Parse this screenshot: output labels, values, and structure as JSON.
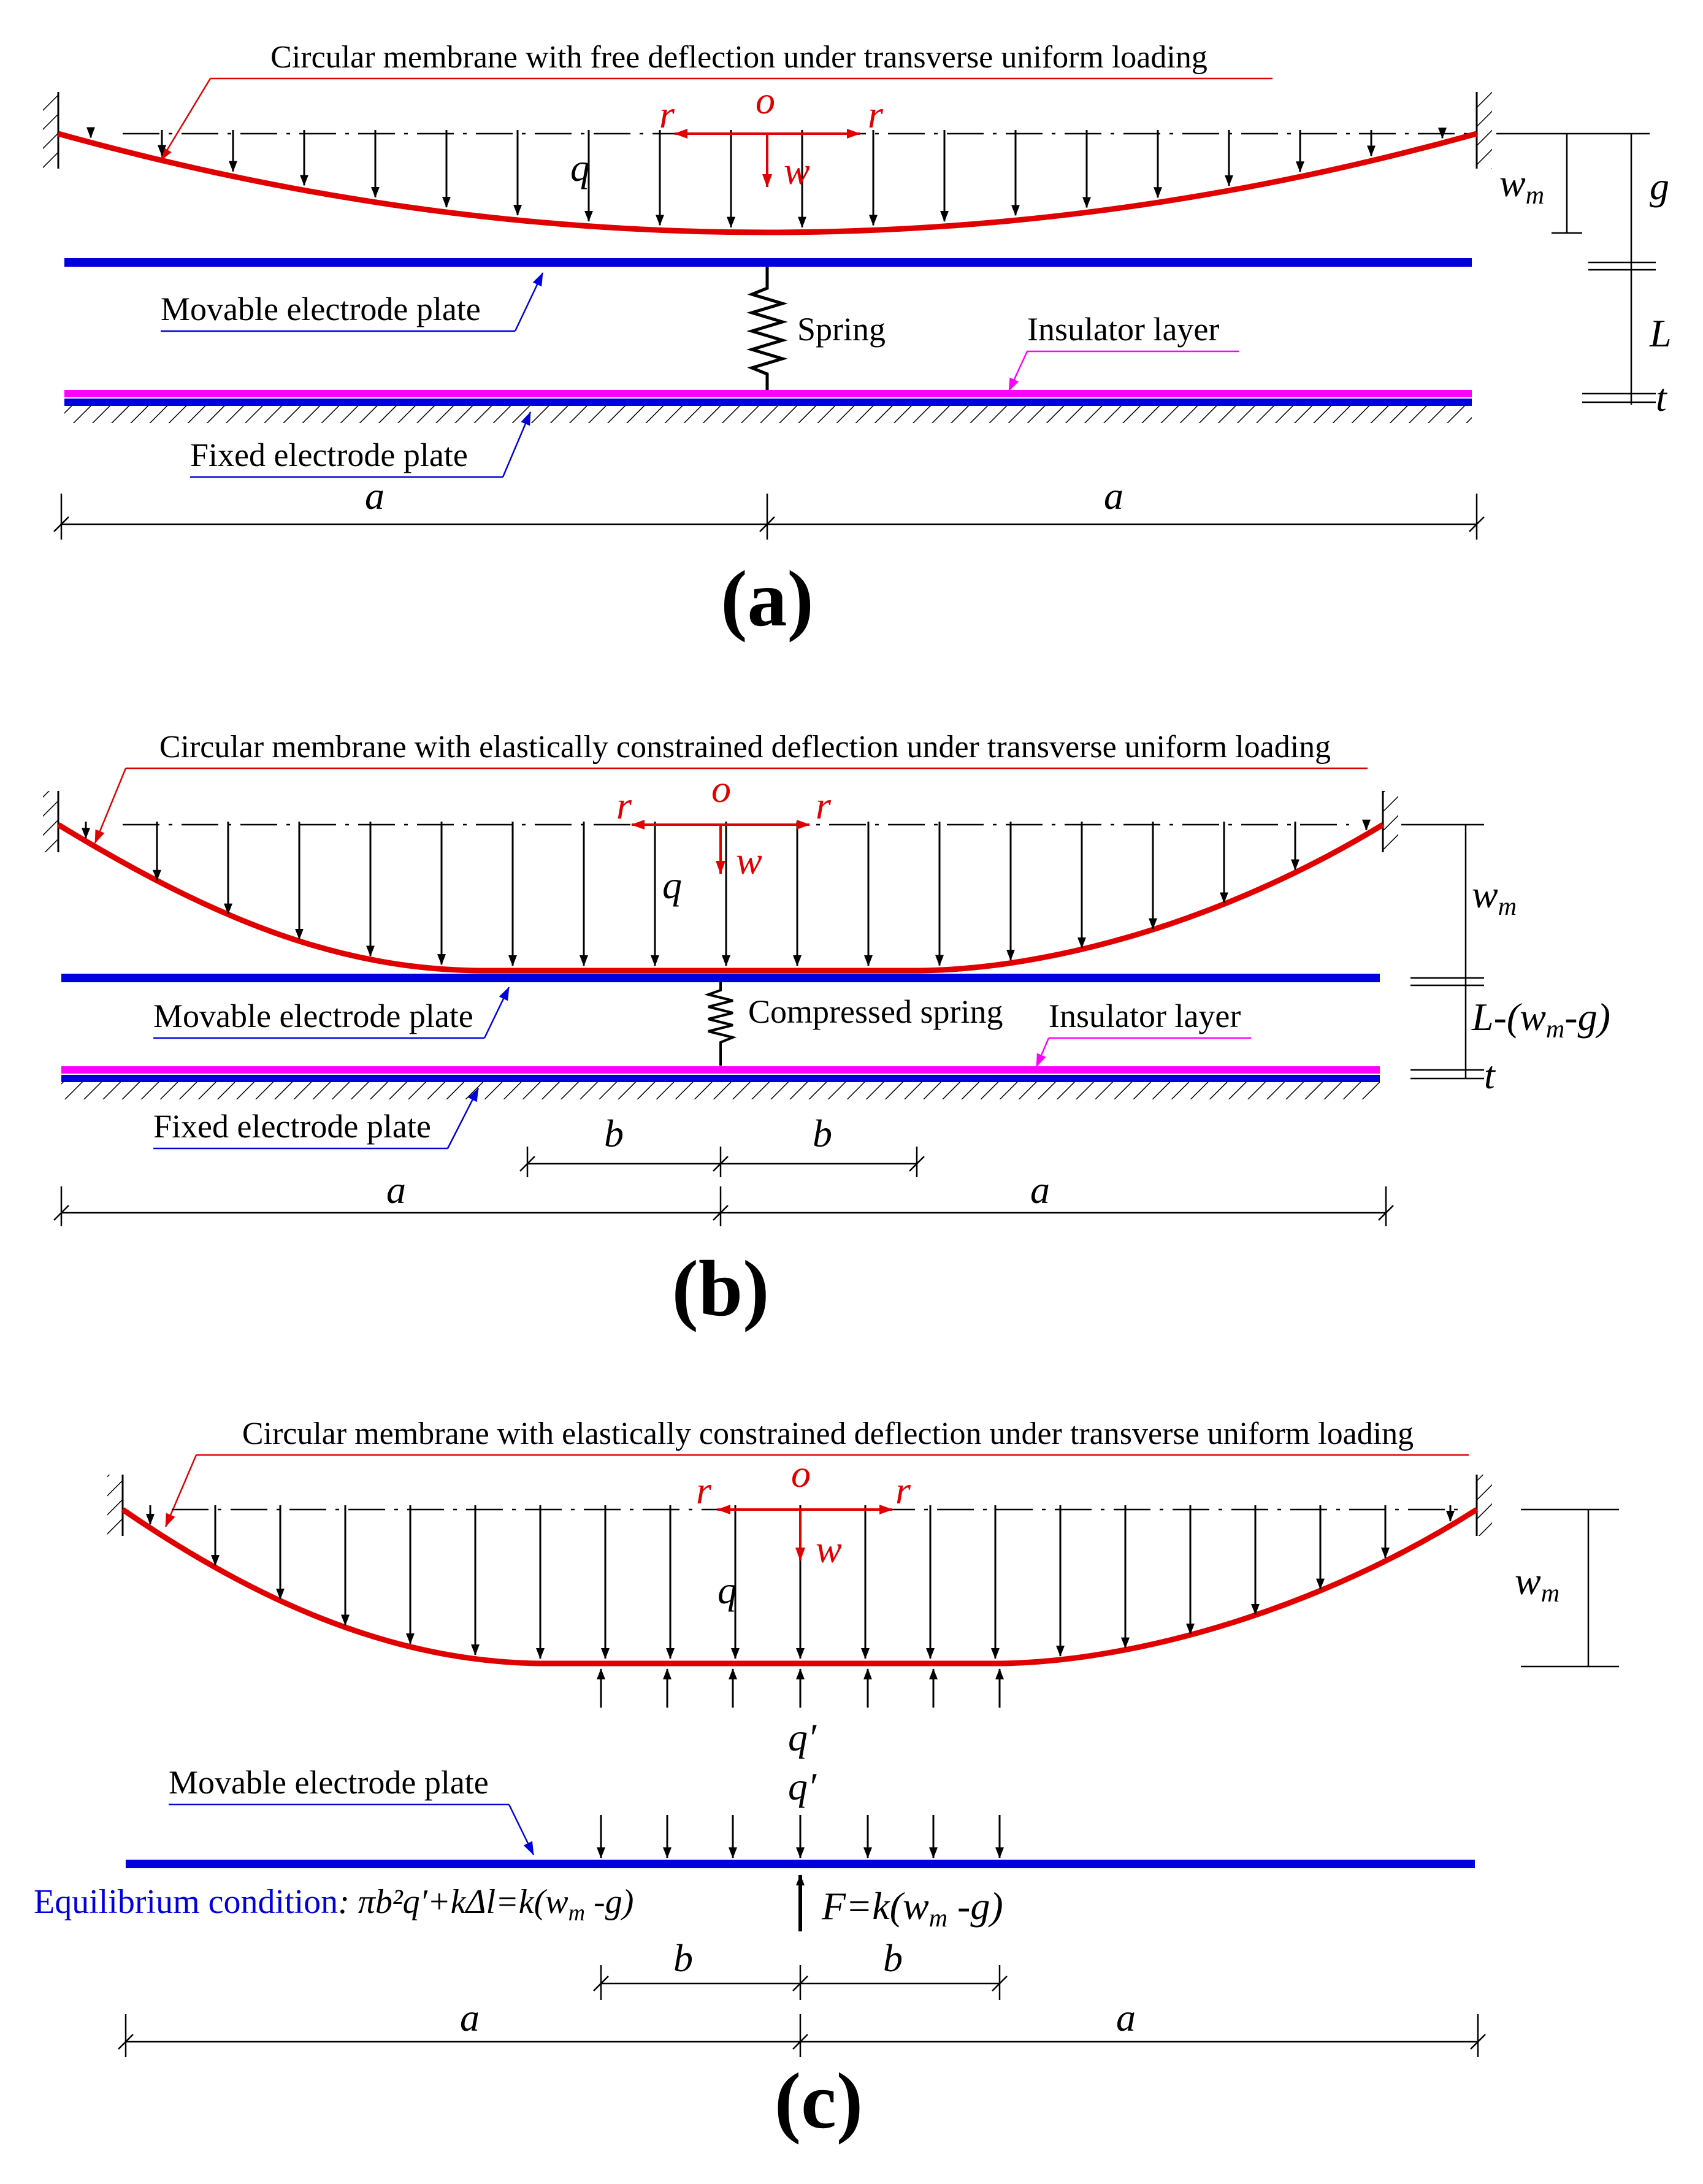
{
  "colors": {
    "membrane": "#e00000",
    "electrode": "#0000dd",
    "insulator": "#ff00ff",
    "equilibrium_text": "#0000dd",
    "text": "#000000"
  },
  "panel_a": {
    "caption": "Circular membrane with free deflection under transverse uniform loading",
    "origin": "o",
    "radial_left": "r",
    "radial_right": "r",
    "deflection": "w",
    "load": "q",
    "movable_plate": "Movable electrode plate",
    "spring": "Spring",
    "insulator": "Insulator layer",
    "fixed_plate": "Fixed electrode plate",
    "radius_left": "a",
    "radius_right": "a",
    "wm": "w",
    "wm_sub": "m",
    "gap": "g",
    "length": "L",
    "thickness": "t",
    "label": "(a)"
  },
  "panel_b": {
    "caption": "Circular membrane with elastically constrained deflection under transverse uniform loading",
    "origin": "o",
    "radial_left": "r",
    "radial_right": "r",
    "deflection": "w",
    "load": "q",
    "movable_plate": "Movable electrode plate",
    "spring": "Compressed spring",
    "insulator": "Insulator layer",
    "fixed_plate": "Fixed electrode plate",
    "contact_left": "b",
    "contact_right": "b",
    "radius_left": "a",
    "radius_right": "a",
    "wm": "w",
    "wm_sub": "m",
    "gap_prefix": "L-(",
    "gap_w": "w",
    "gap_sub": "m",
    "gap_suffix": "-g)",
    "thickness": "t",
    "label": "(b)"
  },
  "panel_c": {
    "caption": "Circular membrane with elastically constrained deflection under transverse uniform loading",
    "origin": "o",
    "radial_left": "r",
    "radial_right": "r",
    "deflection": "w",
    "load": "q",
    "reaction_top": "q′",
    "reaction_bottom": "q′",
    "movable_plate": "Movable electrode plate",
    "equilibrium_label": "Equilibrium condition",
    "equilibrium_eq": ": πb²q′+kΔl=k(w",
    "equilibrium_sub": "m",
    "equilibrium_end": " -g)",
    "force_eq": "F=k(w",
    "force_sub": "m",
    "force_end": " -g)",
    "contact_left": "b",
    "contact_right": "b",
    "radius_left": "a",
    "radius_right": "a",
    "wm": "w",
    "wm_sub": "m",
    "label": "(c)"
  }
}
